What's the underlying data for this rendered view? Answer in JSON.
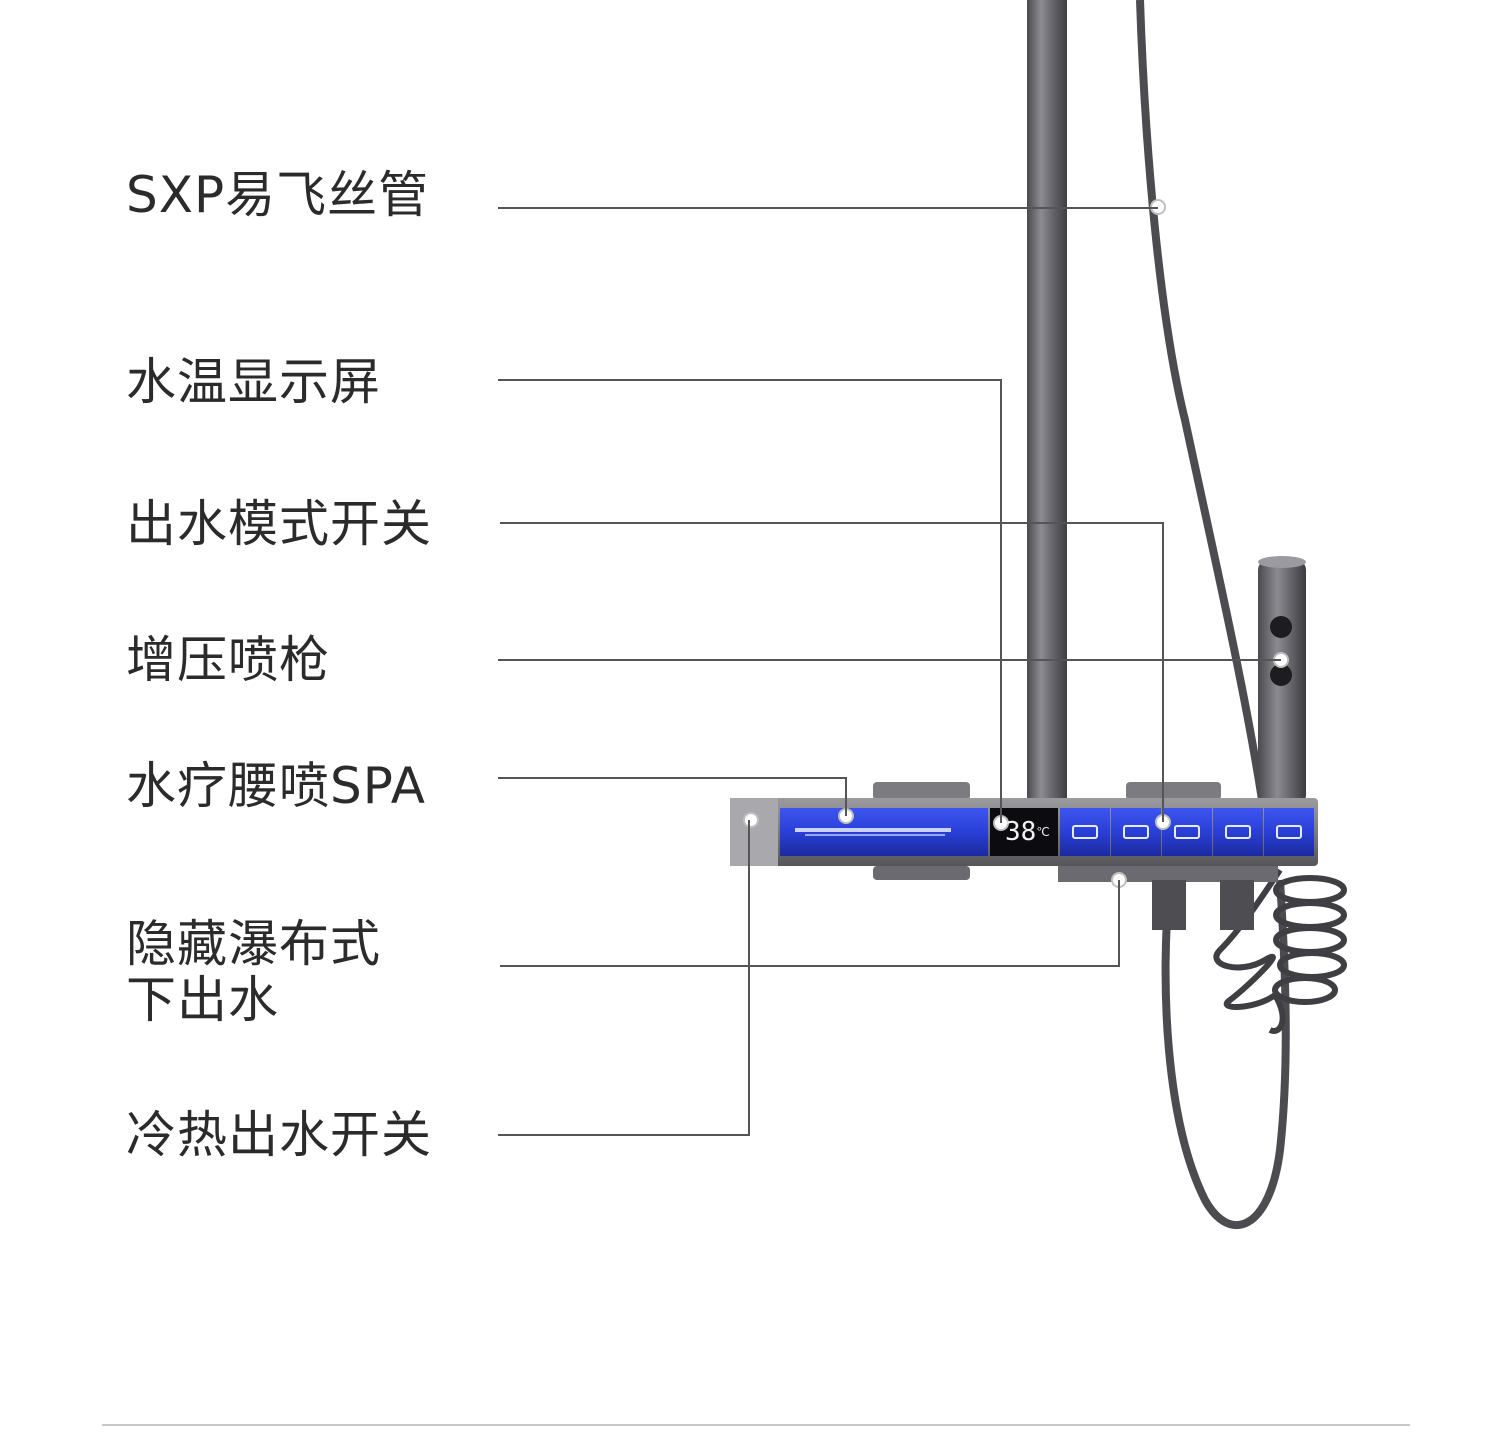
{
  "callouts": [
    {
      "id": "hose",
      "text": "SXP易飞丝管"
    },
    {
      "id": "display",
      "text": "水温显示屏"
    },
    {
      "id": "mode_switch",
      "text": "出水模式开关"
    },
    {
      "id": "spray_gun",
      "text": "增压喷枪"
    },
    {
      "id": "spa",
      "text": "水疗腰喷SPA"
    },
    {
      "id": "waterfall",
      "line1": "隐藏瀑布式",
      "line2": "下出水"
    },
    {
      "id": "hot_cold",
      "text": "冷热出水开关"
    }
  ],
  "panel": {
    "temperature": "38",
    "unit": "℃"
  },
  "colors": {
    "label_text": "#2b2b2b",
    "leader_line": "#555555",
    "metal": "#6e6e72",
    "panel_blue": "#2a3fd6",
    "display_bg": "#0c0c10"
  }
}
